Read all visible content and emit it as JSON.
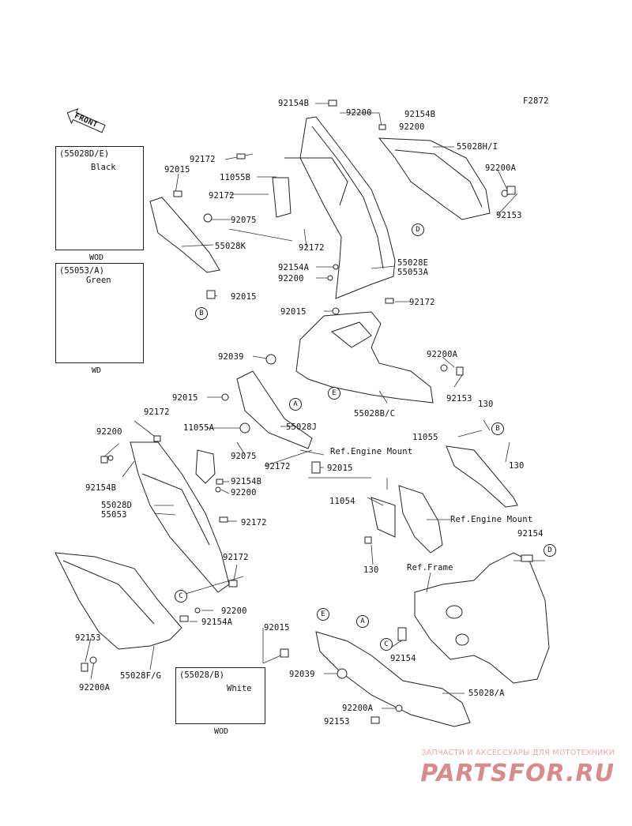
{
  "figure": {
    "code": "F2872"
  },
  "front_label": "FRONT",
  "boxes": [
    {
      "title": "(55028D/E)",
      "color": "Black",
      "cond": "WOD"
    },
    {
      "title": "(55053/A)",
      "color": "Green",
      "cond": "WD"
    },
    {
      "title": "(55028/B)",
      "color": "White",
      "cond": "WOD"
    }
  ],
  "labels": [
    "92154B",
    "92200",
    "92154B",
    "92200",
    "55028H/I",
    "92172",
    "11055B",
    "92015",
    "92172",
    "92075",
    "92200A",
    "92153",
    "92172",
    "55028K",
    "55028E",
    "55053A",
    "92154A",
    "92200",
    "92015",
    "92172",
    "92015",
    "92039",
    "92200A",
    "92153",
    "92015",
    "55028B/C",
    "55028J",
    "92172",
    "11055A",
    "130",
    "92200",
    "11055",
    "130",
    "Ref.Engine Mount",
    "92075",
    "92172",
    "92154B",
    "92015",
    "92154B",
    "92200",
    "55028D",
    "55053",
    "92172",
    "11054",
    "Ref.Engine Mount",
    "130",
    "92154",
    "Ref.Frame",
    "92172",
    "92200",
    "92154A",
    "92015",
    "92153",
    "55028F/G",
    "92200A",
    "92154",
    "92039",
    "55028/A",
    "92200A",
    "92153"
  ],
  "callouts": [
    "D",
    "B",
    "A",
    "E",
    "B",
    "C",
    "C",
    "E",
    "A",
    "D"
  ],
  "footer": {
    "text": "ЗАПЧАСТИ И АКСЕССУАРЫ ДЛЯ МОТОТЕХНИКИ",
    "brand": "PARTSFOR.RU"
  },
  "colors": {
    "ink": "#111111",
    "watermark": "#d98a8a"
  }
}
